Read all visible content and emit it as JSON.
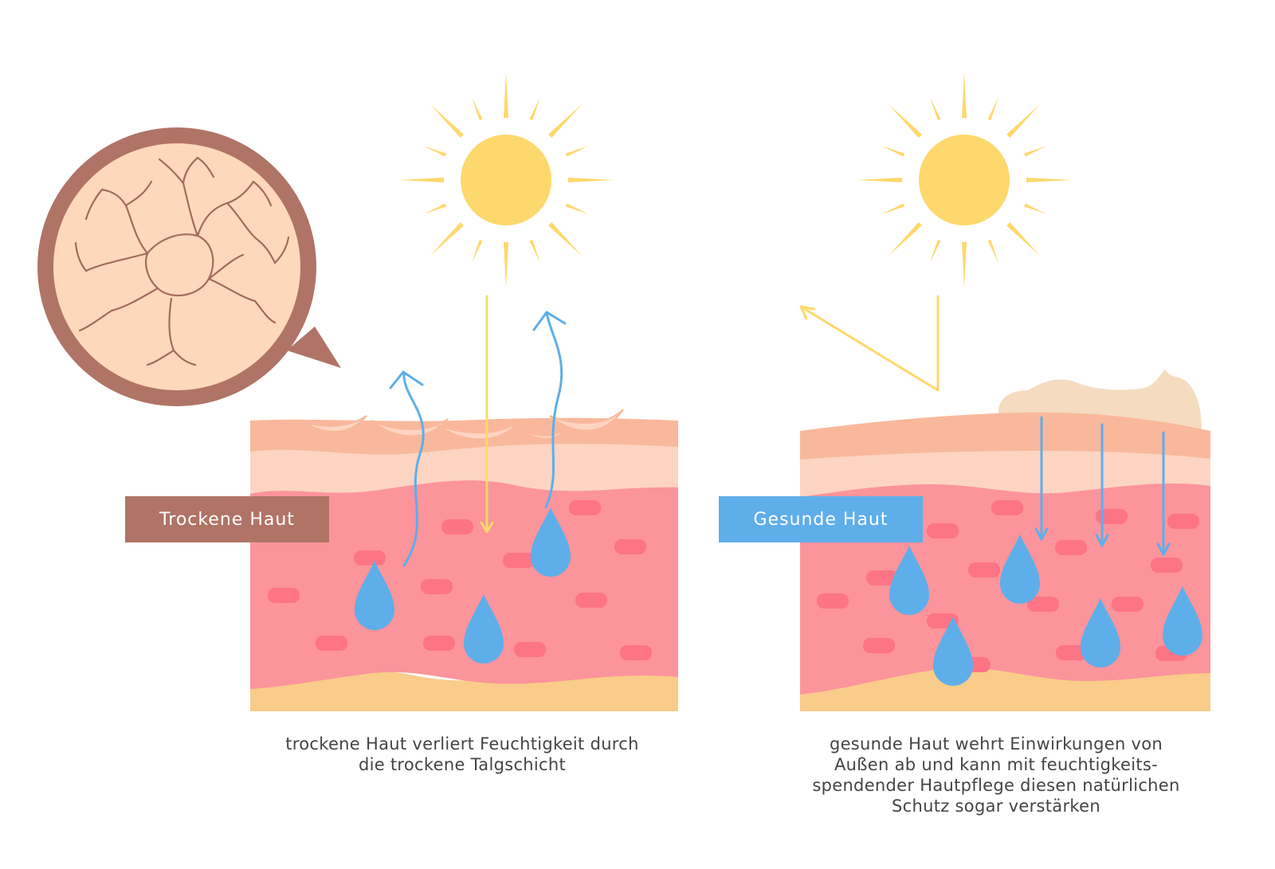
{
  "colors": {
    "dry_label": "#b07466",
    "healthy_label": "#5eaeea",
    "sun": "#fdd86c",
    "sun_ray": "#fdd86c",
    "skin_top": "#f9b89b",
    "skin_mid": "#fdd4c2",
    "skin_dermis": "#fb949b",
    "skin_fat": "#f9cc89",
    "capillary": "#fc7486",
    "water": "#5eaeea",
    "bubble_ring": "#b07466",
    "bubble_fill": "#fdd8bb",
    "crack": "#a36b5e",
    "cream": "#f5dbbf"
  },
  "panels": {
    "dry": {
      "label": "Trockene Haut",
      "caption_lines": [
        "trockene Haut verliert Feuchtigkeit durch",
        "die trockene Talgschicht"
      ]
    },
    "healthy": {
      "label": "Gesunde Haut",
      "caption_lines": [
        "gesunde Haut wehrt Einwirkungen von",
        "Außen ab und kann mit feuchtigkeits-",
        "spendender Hautpflege diesen natürlichen",
        "Schutz sogar verstärken"
      ]
    }
  },
  "icons": [
    "sun-icon",
    "water-drop-icon",
    "cracked-skin-magnifier-icon",
    "cream-icon"
  ]
}
